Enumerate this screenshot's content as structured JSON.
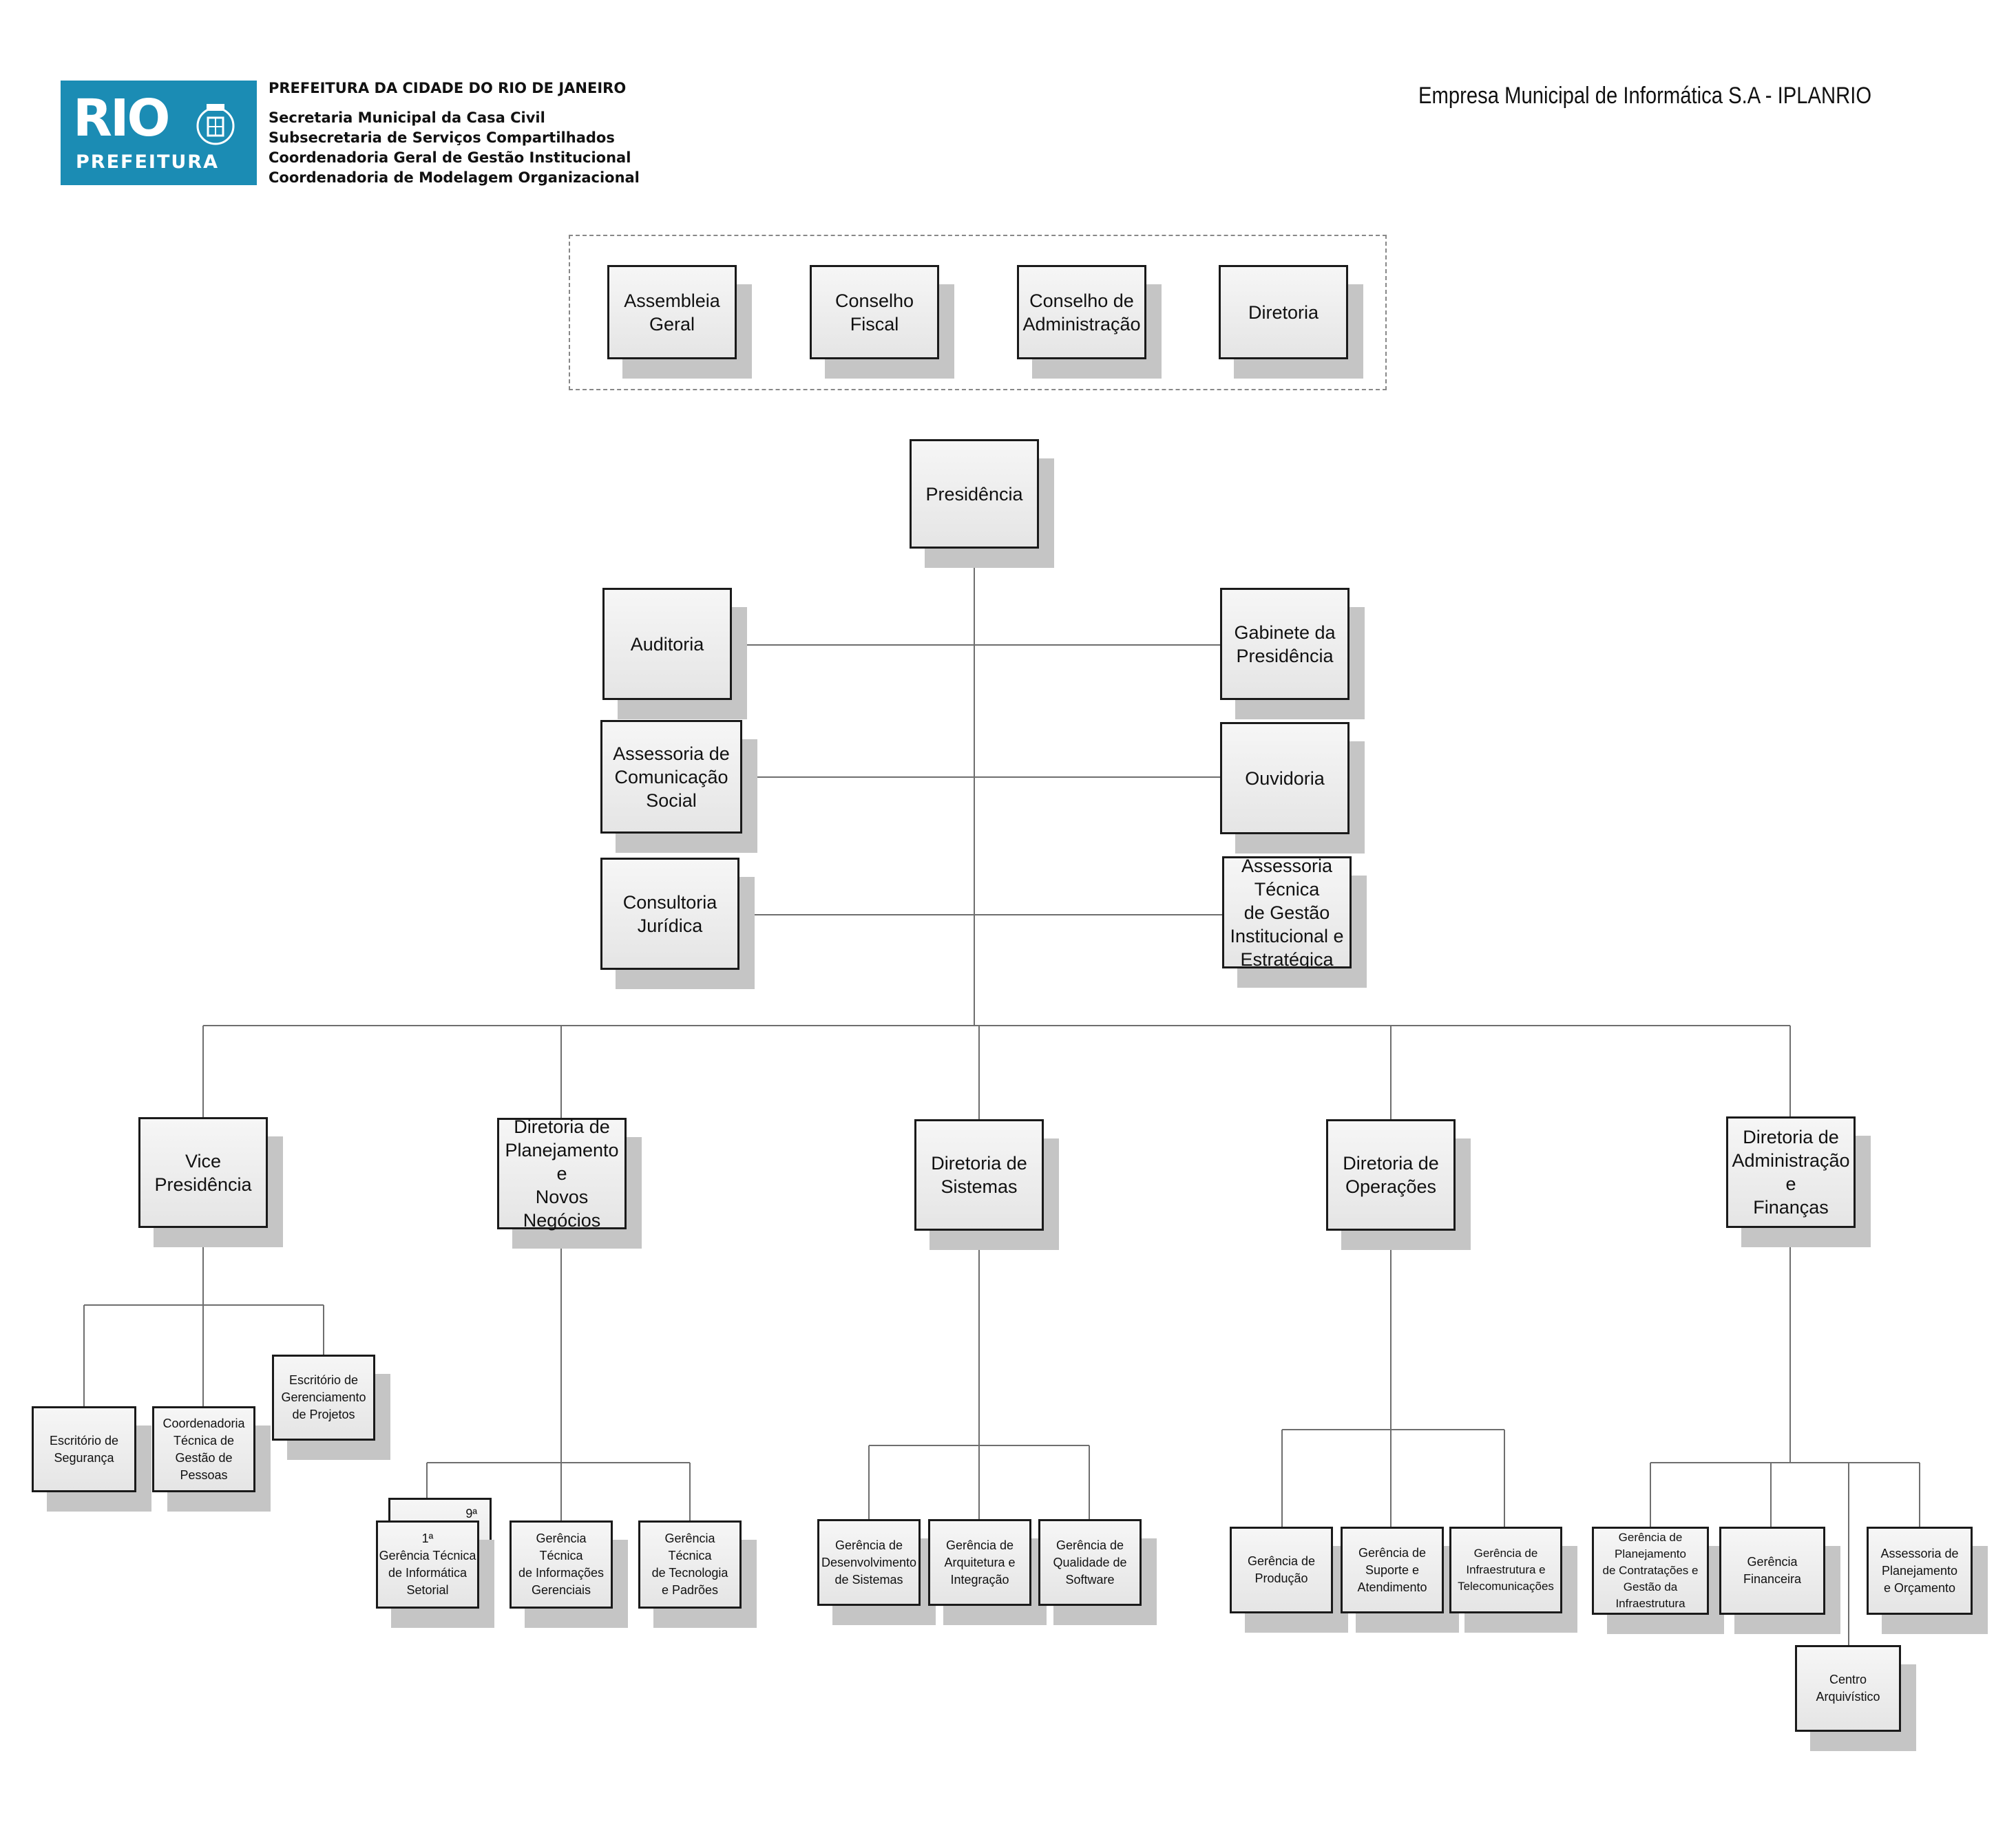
{
  "header": {
    "logo_top": "RIO",
    "logo_bottom": "PREFEITURA",
    "title": "PREFEITURA DA CIDADE DO RIO DE JANEIRO",
    "lines": [
      "Secretaria Municipal da Casa Civil",
      "Subsecretaria de Serviços Compartilhados",
      "Coordenadoria Geral de Gestão Institucional",
      "Coordenadoria de Modelagem Organizacional"
    ],
    "company": "Empresa Municipal de Informática S.A - IPLANRIO"
  },
  "board": {
    "assembleia": "Assembleia\nGeral",
    "conselho_fiscal": "Conselho\nFiscal",
    "conselho_admin": "Conselho de\nAdministração",
    "diretoria": "Diretoria"
  },
  "top": {
    "presidencia": "Presidência",
    "auditoria": "Auditoria",
    "gabinete": "Gabinete da\nPresidência",
    "comunicacao": "Assessoria de\nComunicação\nSocial",
    "ouvidoria": "Ouvidoria",
    "juridica": "Consultoria\nJurídica",
    "gestao_estrategica": "Assessoria\nTécnica\nde Gestão\nInstitucional e\nEstratégica"
  },
  "directorates": {
    "vice": "Vice Presidência",
    "planejamento": "Diretoria de\nPlanejamento e\nNovos Negócios",
    "sistemas": "Diretoria de\nSistemas",
    "operacoes": "Diretoria de\nOperações",
    "administracao": "Diretoria de\nAdministração e\nFinanças"
  },
  "units": {
    "seguranca": "Escritório de\nSegurança",
    "pessoas": "Coordenadoria\nTécnica de\nGestão de\nPessoas",
    "projetos": "Escritório de\nGerenciamento\nde Projetos",
    "setorial_back": "9ª",
    "setorial": "1ª\nGerência Técnica\nde Informática\nSetorial",
    "info_gerenciais": "Gerência\nTécnica\nde Informações\nGerenciais",
    "tecnologia_padroes": "Gerência\nTécnica\nde Tecnologia\ne Padrões",
    "desenvolvimento": "Gerência de\nDesenvolvimento\nde Sistemas",
    "arquitetura": "Gerência de\nArquitetura e\nIntegração",
    "qualidade": "Gerência de\nQualidade de\nSoftware",
    "producao": "Gerência de\nProdução",
    "suporte": "Gerência de\nSuporte e\nAtendimento",
    "infra_telecom": "Gerência de\nInfraestrutura e\nTelecomunicações",
    "contratacoes": "Gerência de\nPlanejamento\nde Contratações e\nGestão da\nInfraestrutura",
    "financeira": "Gerência\nFinanceira",
    "orcamento": "Assessoria de\nPlanejamento\ne Orçamento",
    "arquivistico": "Centro\nArquivístico"
  }
}
